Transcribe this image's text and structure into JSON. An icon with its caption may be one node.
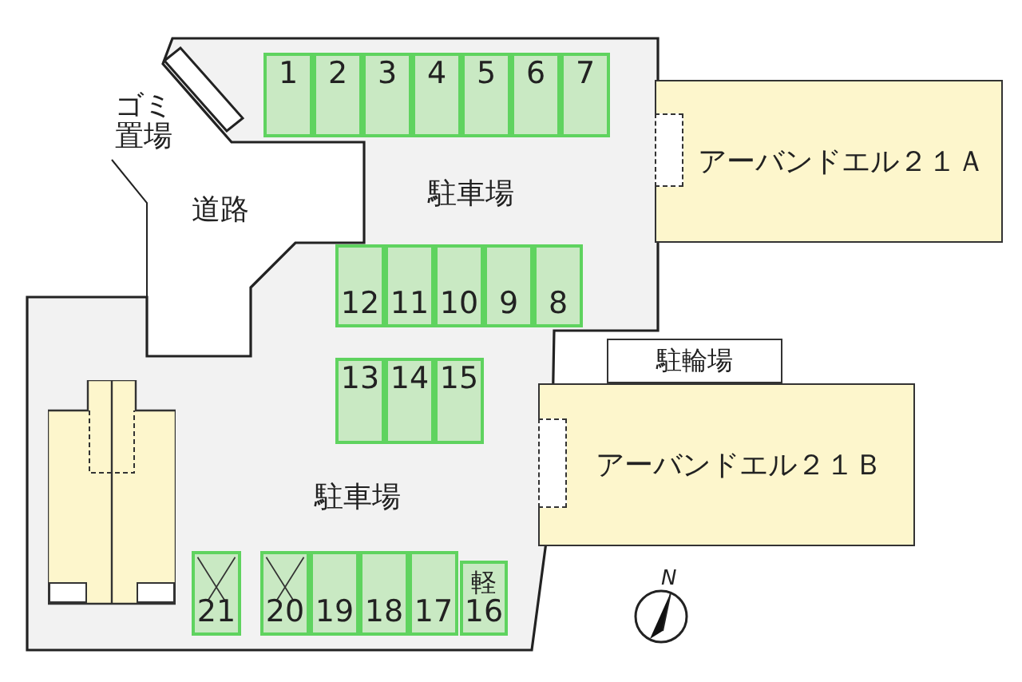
{
  "diagram": {
    "nodes": [
      {
        "text": [],
        "shape": "box"
      },
      {
        "text": [
          "1"
        ]
      },
      {
        "text": [
          "2"
        ]
      },
      {
        "text": [
          "3"
        ]
      },
      {
        "text": [
          "4"
        ]
      },
      {
        "text": [
          "5"
        ]
      },
      {
        "text": [
          "6"
        ]
      },
      {
        "text": [
          "7"
        ]
      },
      {
        "text": [
          "アーバンドエル２１Ａ"
        ]
      },
      {
        "text": [
          "12"
        ]
      },
      {
        "text": [
          "11"
        ]
      },
      {
        "text": [
          "10"
        ]
      },
      {
        "text": [
          "9"
        ]
      },
      {
        "text": [
          "8"
        ]
      },
      {
        "text": [
          "駐輪場"
        ]
      },
      {
        "text": [
          "13"
        ]
      },
      {
        "text": [
          "14"
        ]
      },
      {
        "text": [
          "15"
        ]
      },
      {
        "text": [
          "アーバンドエル２１Ｂ"
        ]
      },
      {
        "text": [],
        "shape": "box"
      },
      {
        "text": [
          "21"
        ]
      },
      {
        "text": [
          "20"
        ]
      },
      {
        "text": [
          "19"
        ]
      },
      {
        "text": [
          "18"
        ]
      },
      {
        "text": [
          "17"
        ]
      },
      {
        "text": [
          "軽",
          "16"
        ]
      }
    ],
    "labels": [
      "ゴミ置場",
      "道路",
      "駐車場",
      "駐車場",
      "N"
    ]
  }
}
